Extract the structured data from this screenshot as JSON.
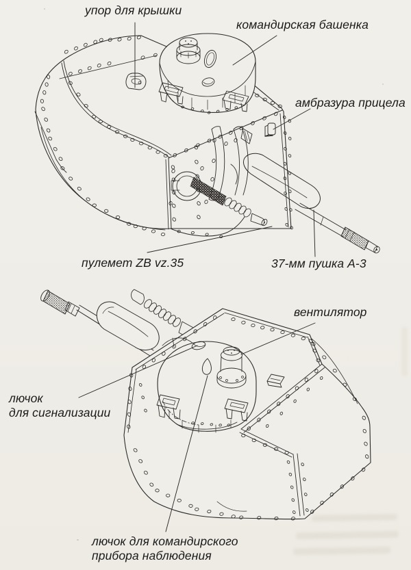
{
  "page": {
    "background": "#f0eee8",
    "ink": "#2b2b2b",
    "caption_color": "#1a1a1a"
  },
  "figure_top": {
    "labels": [
      {
        "id": "lid-stop",
        "text": "упор для крышки"
      },
      {
        "id": "commander-cupola",
        "text": "командирская башенка"
      },
      {
        "id": "sight-embrasure",
        "text": "амбразура прицела"
      },
      {
        "id": "machine-gun",
        "text": "пулемет ZB vz.35"
      },
      {
        "id": "gun-37mm",
        "text": "37-мм пушка А-3"
      }
    ]
  },
  "figure_bottom": {
    "labels": [
      {
        "id": "ventilator",
        "text": "вентилятор"
      },
      {
        "id": "signal-hatch",
        "text": "лючок\nдля сигнализации"
      },
      {
        "id": "observation-hatch",
        "text": "лючок для командирского\nприбора наблюдения"
      }
    ]
  }
}
